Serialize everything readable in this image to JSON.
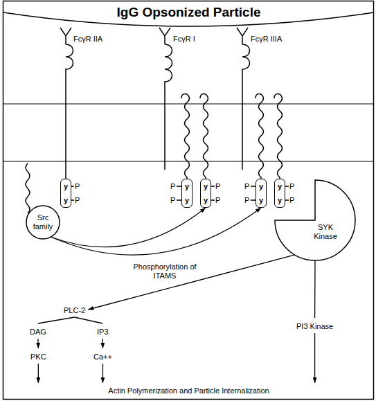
{
  "diagram": {
    "nodes": [
      {
        "text": [
          "IgG Opsonized Particle"
        ]
      },
      {
        "text": [
          "Src family"
        ]
      },
      {
        "text": [
          "y",
          "y"
        ]
      },
      {
        "text": [
          "y",
          "y"
        ]
      },
      {
        "text": [
          "y",
          "y"
        ]
      },
      {
        "text": [
          "y",
          "y"
        ]
      },
      {
        "text": [
          "y",
          "y"
        ]
      },
      {
        "text": [
          "SYK Kinase"
        ]
      },
      {
        "text": [
          "PLC-2"
        ]
      },
      {
        "text": [
          "DAG"
        ]
      },
      {
        "text": [
          "IP3"
        ]
      },
      {
        "text": [
          "PKC"
        ]
      },
      {
        "text": [
          "Ca++"
        ]
      },
      {
        "text": [
          "PI3 Kinase"
        ]
      },
      {
        "text": [
          "Actin Polymerization and Particle Internalization"
        ]
      }
    ],
    "edges": [
      {
        "from": 1,
        "to": 4,
        "arrow": "to"
      },
      {
        "from": 1,
        "to": 5,
        "arrow": "to"
      },
      {
        "from": 7,
        "to": 8,
        "arrow": "to"
      },
      {
        "from": 8,
        "to": 9,
        "arrow": "none"
      },
      {
        "from": 8,
        "to": 10,
        "arrow": "none"
      },
      {
        "from": 9,
        "to": 11,
        "arrow": "to"
      },
      {
        "from": 10,
        "to": 12,
        "arrow": "to"
      },
      {
        "from": 11,
        "to": 14,
        "arrow": "to"
      },
      {
        "from": 12,
        "to": 14,
        "arrow": "to"
      },
      {
        "from": 7,
        "to": 13,
        "arrow": "none"
      },
      {
        "from": 13,
        "to": 14,
        "arrow": "to"
      }
    ],
    "labels": [
      "FcγR IIA",
      "FcγR I",
      "FcγR IIIA",
      "P",
      "P",
      "P",
      "P",
      "P",
      "P",
      "P",
      "P",
      "P",
      "P",
      "Phosphorylation of ITAMS"
    ]
  }
}
